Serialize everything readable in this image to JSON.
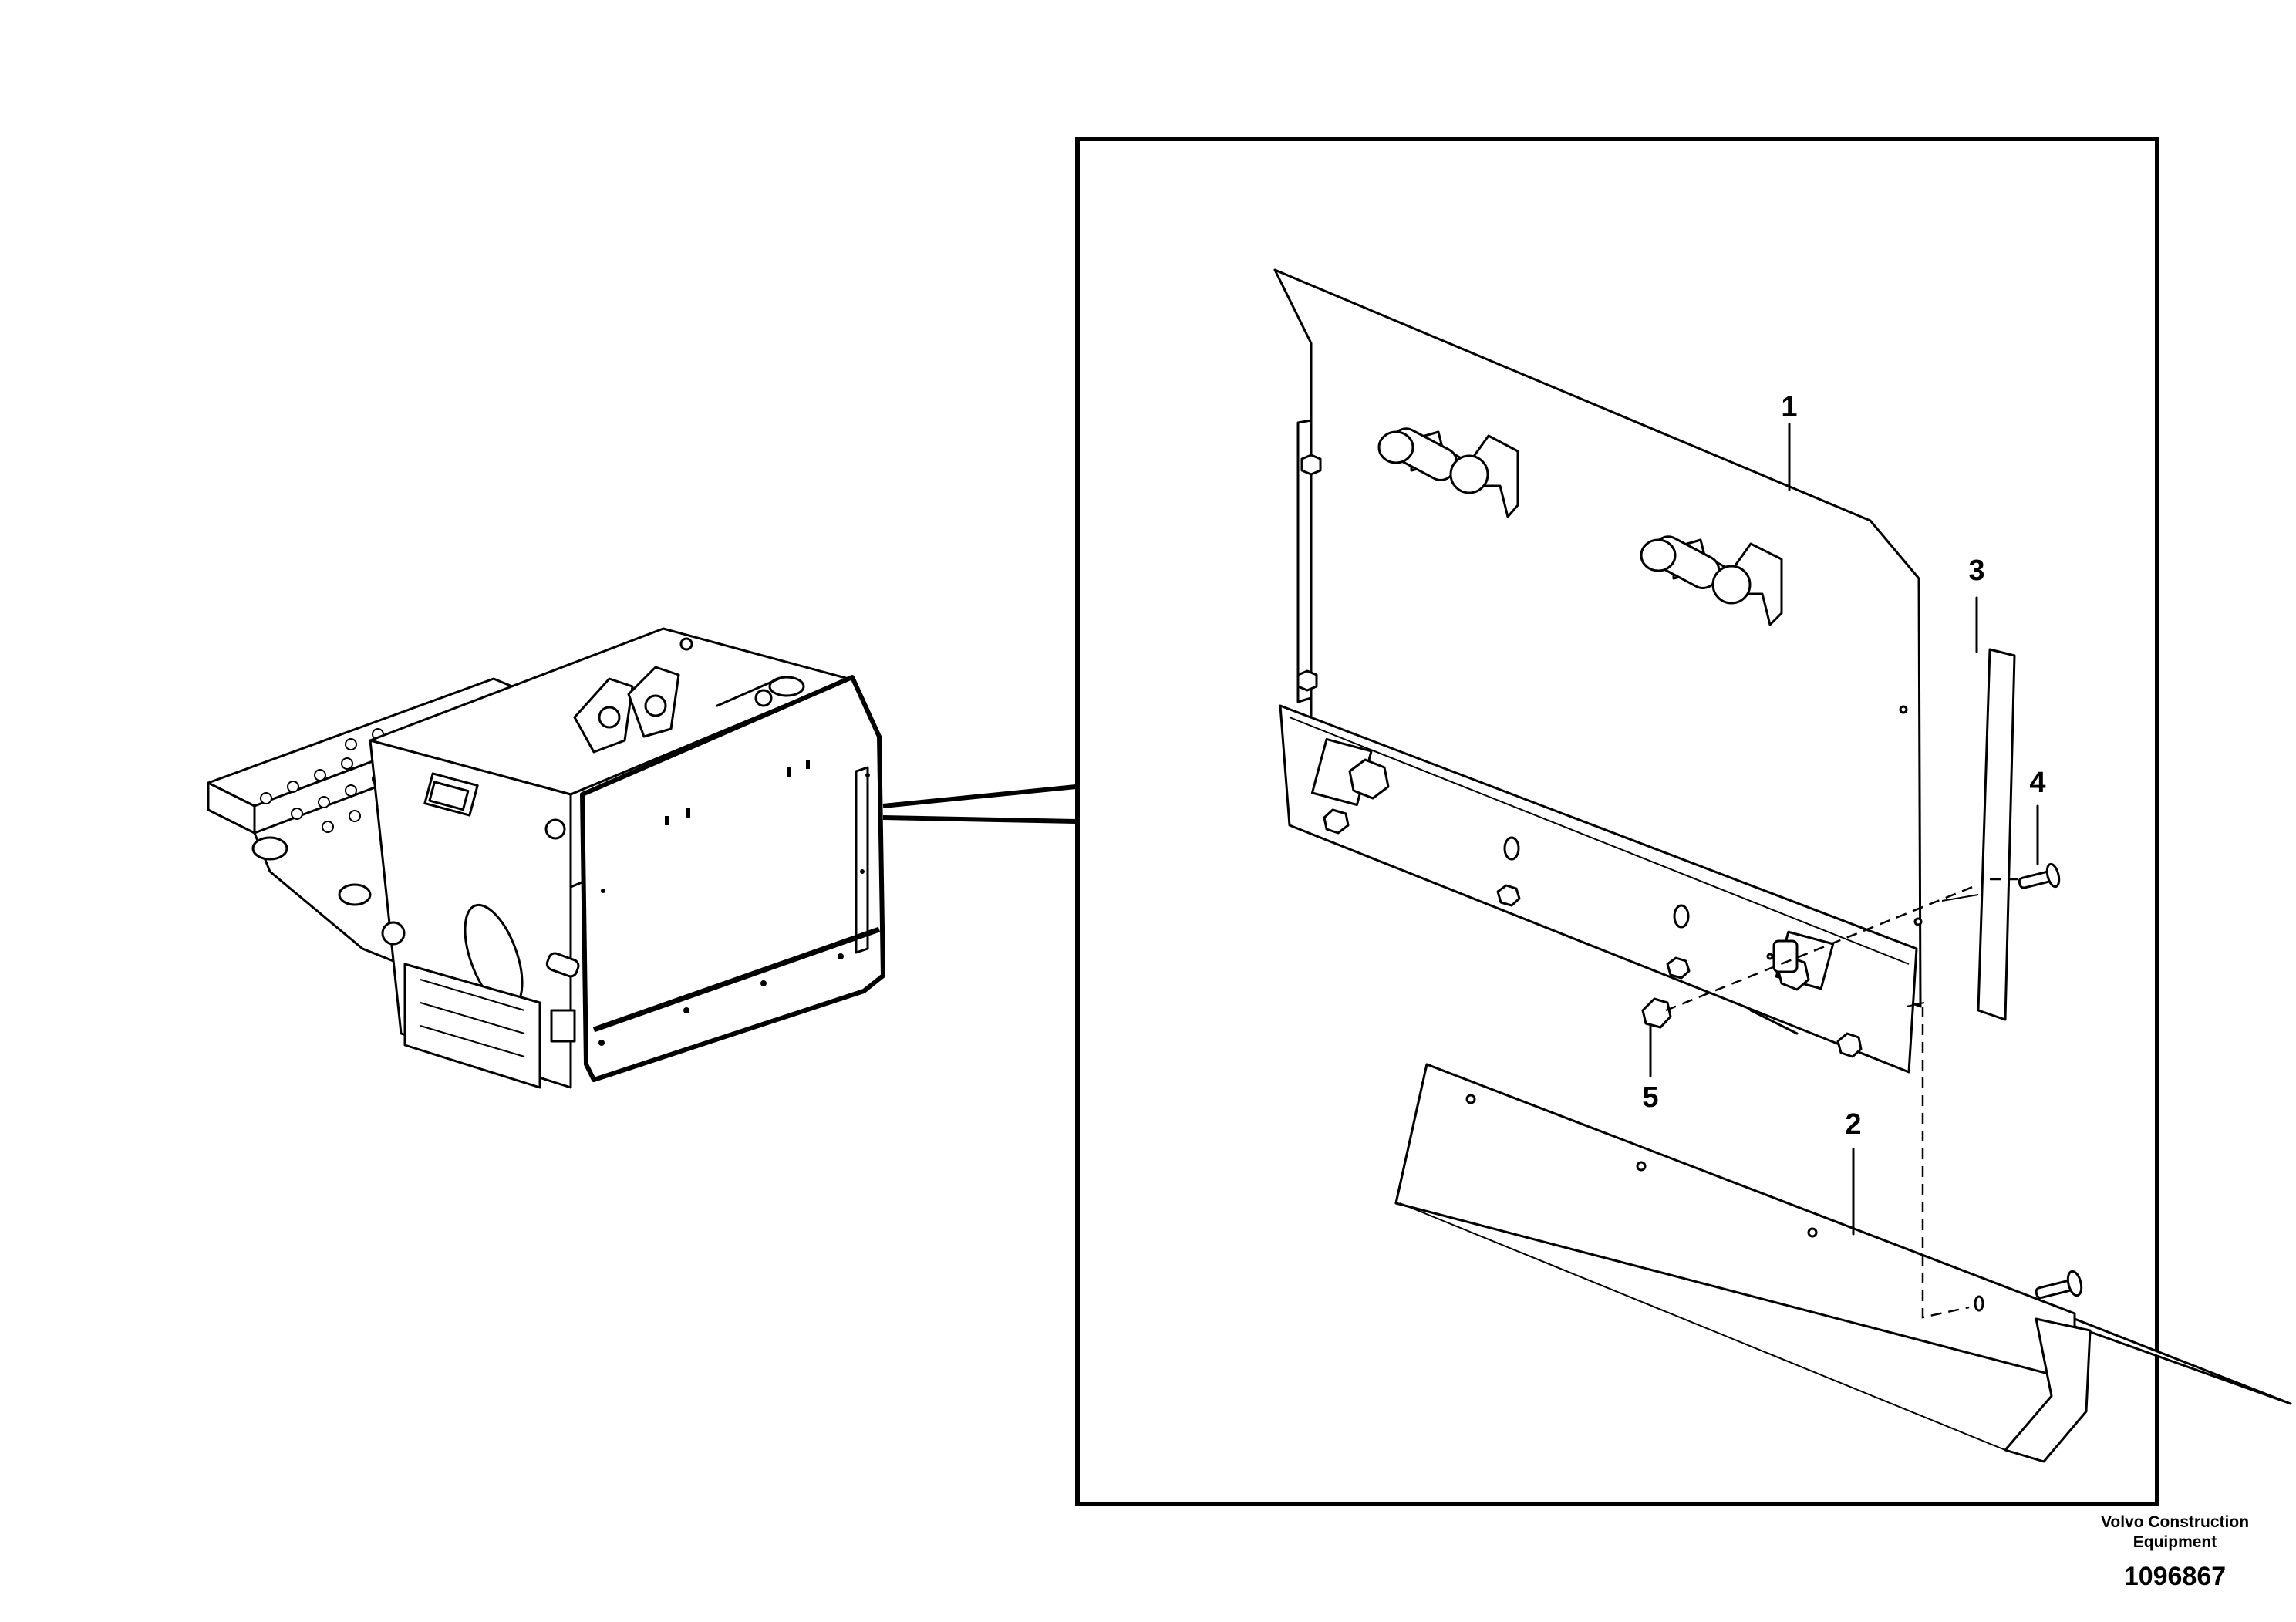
{
  "callouts": [
    {
      "id": "1",
      "label": "1"
    },
    {
      "id": "2",
      "label": "2"
    },
    {
      "id": "3",
      "label": "3"
    },
    {
      "id": "4",
      "label": "4"
    },
    {
      "id": "5",
      "label": "5"
    }
  ],
  "footer": {
    "brand_line1": "Volvo Construction",
    "brand_line2": "Equipment",
    "doc_number": "1096867"
  }
}
